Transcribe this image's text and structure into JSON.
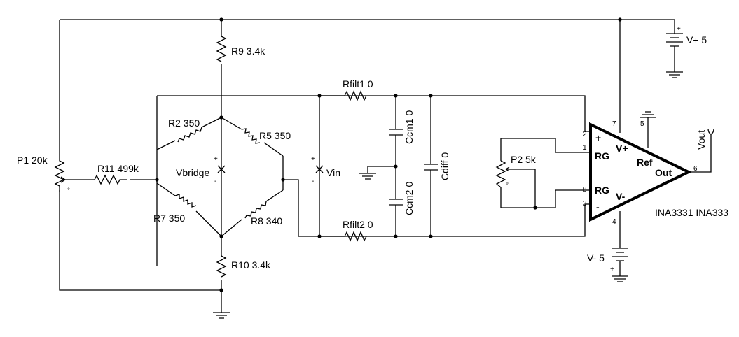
{
  "components": {
    "r9": "R9 3.4k",
    "r10": "R10 3.4k",
    "r2": "R2 350",
    "r5": "R5 350",
    "r7": "R7 350",
    "r8": "R8 340",
    "r11": "R11 499k",
    "p1": "P1 20k",
    "p2": "P2 5k",
    "rfilt1": "Rfilt1 0",
    "rfilt2": "Rfilt2 0",
    "ccm1": "Ccm1 0",
    "ccm2": "Ccm2 0",
    "cdiff": "Cdiff 0",
    "vbridge": "Vbridge",
    "vin": "Vin",
    "vpos": "V+ 5",
    "vneg": "V- 5",
    "vout": "Vout",
    "amp_name": "INA3331 INA333"
  },
  "amp": {
    "plus": "+",
    "minus": "-",
    "rg_top": "RG",
    "rg_bottom": "RG",
    "vplus": "V+",
    "vminus": "V-",
    "ref": "Ref",
    "out": "Out"
  },
  "pins": {
    "p1": "1",
    "p2": "2",
    "p3": "3",
    "p4": "4",
    "p5": "5",
    "p6": "6",
    "p7": "7",
    "p8": "8"
  },
  "polarity": {
    "plus": "+",
    "minus": "-",
    "wiper": "°"
  }
}
